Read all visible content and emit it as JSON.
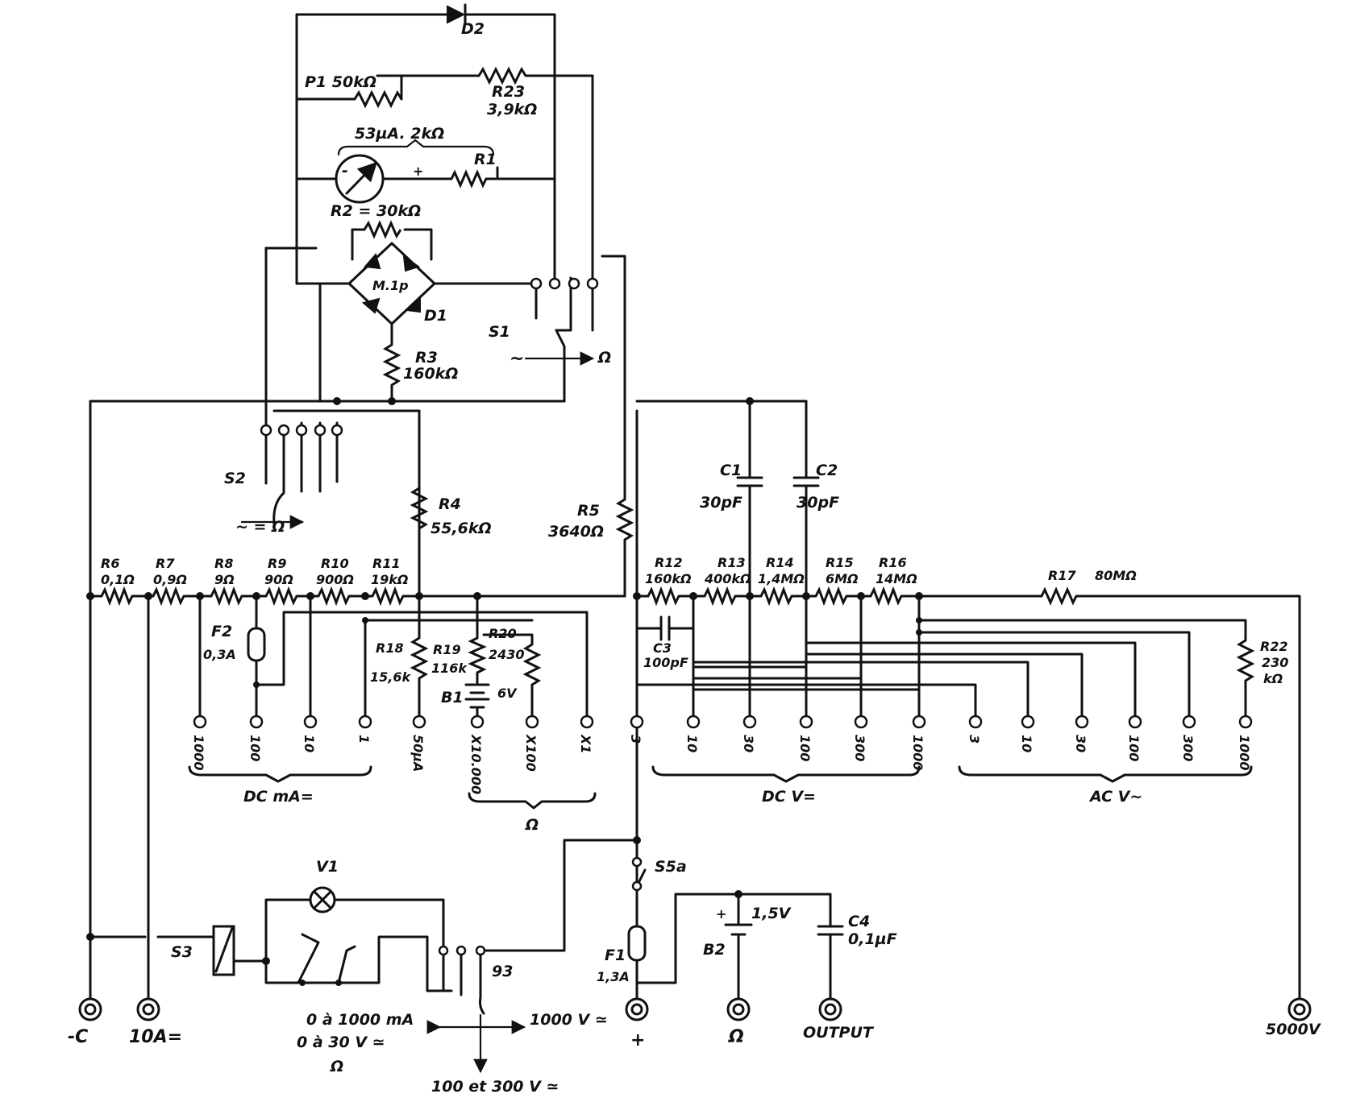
{
  "components": {
    "d2": "D2",
    "p1": "P1 50kΩ",
    "r23": "R23",
    "r23_value": "3,9kΩ",
    "meter": "53µA. 2kΩ",
    "meter_minus": "-",
    "meter_plus": "+",
    "r1": "R1",
    "r2": "R2 = 30kΩ",
    "bridge": "M.1p",
    "d1": "D1",
    "r3": "R3",
    "r3_value": "160kΩ",
    "s1": "S1",
    "s1_ac": "~",
    "s1_ohm": "Ω",
    "s2": "S2",
    "s2_modes": "~ = Ω",
    "r4": "R4",
    "r4_value": "55,6kΩ",
    "r5": "R5",
    "r5_value": "3640Ω",
    "c1": "C1",
    "c1_value": "30pF",
    "c2": "C2",
    "c2_value": "30pF",
    "r6": "R6",
    "r6_value": "0,1Ω",
    "r7": "R7",
    "r7_value": "0,9Ω",
    "r8": "R8",
    "r8_value": "9Ω",
    "r9": "R9",
    "r9_value": "90Ω",
    "r10": "R10",
    "r10_value": "900Ω",
    "r11": "R11",
    "r11_value": "19kΩ",
    "f2": "F2",
    "f2_value": "0,3A",
    "r18": "R18",
    "r18_value": "15,6k",
    "r19": "R19",
    "r19_value": "116k",
    "r20": "R20",
    "r20_value": "2430",
    "b1": "B1",
    "b1_value": "6V",
    "r12": "R12",
    "r12_value": "160kΩ",
    "r13": "R13",
    "r13_value": "400kΩ",
    "r14": "R14",
    "r14_value": "1,4MΩ",
    "r15": "R15",
    "r15_value": "6MΩ",
    "r16": "R16",
    "r16_value": "14MΩ",
    "r17": "R17",
    "r17_value": "80MΩ",
    "c3": "C3",
    "c3_value": "100pF",
    "r22": "R22",
    "r22_value": "230",
    "r22_value2": "kΩ",
    "v1": "V1",
    "s3": "S3",
    "s3_ref": "93",
    "s5a": "S5a",
    "f1": "F1",
    "f1_value": "1,3A",
    "b2": "B2",
    "b2_value": "1,5V",
    "b2_plus": "+",
    "c4": "C4",
    "c4_value": "0,1µF"
  },
  "dc_ma_ranges": [
    "1000",
    "100",
    "10",
    "1"
  ],
  "ua_range": "50µA",
  "ohm_ranges": [
    "X10.000",
    "X100",
    "X1"
  ],
  "dcv_ranges": [
    "3",
    "10",
    "30",
    "100",
    "300",
    "1000"
  ],
  "acv_ranges": [
    "3",
    "10",
    "30",
    "100",
    "300",
    "1000"
  ],
  "groups": {
    "dc_ma": "DC mA=",
    "ohm": "Ω",
    "dc_v": "DC V=",
    "ac_v": "AC V~"
  },
  "terminals": {
    "common": "-C",
    "amp10": "10A=",
    "plus": "+",
    "ohm": "Ω",
    "output": "OUTPUT",
    "kv5": "5000V"
  },
  "switch_notes": {
    "left_line1": "0 à 1000 mA",
    "left_line2": "0 à 30 V ≃",
    "left_line3": "Ω",
    "right": "1000 V ≃",
    "down": "100 et 300 V ≃"
  }
}
